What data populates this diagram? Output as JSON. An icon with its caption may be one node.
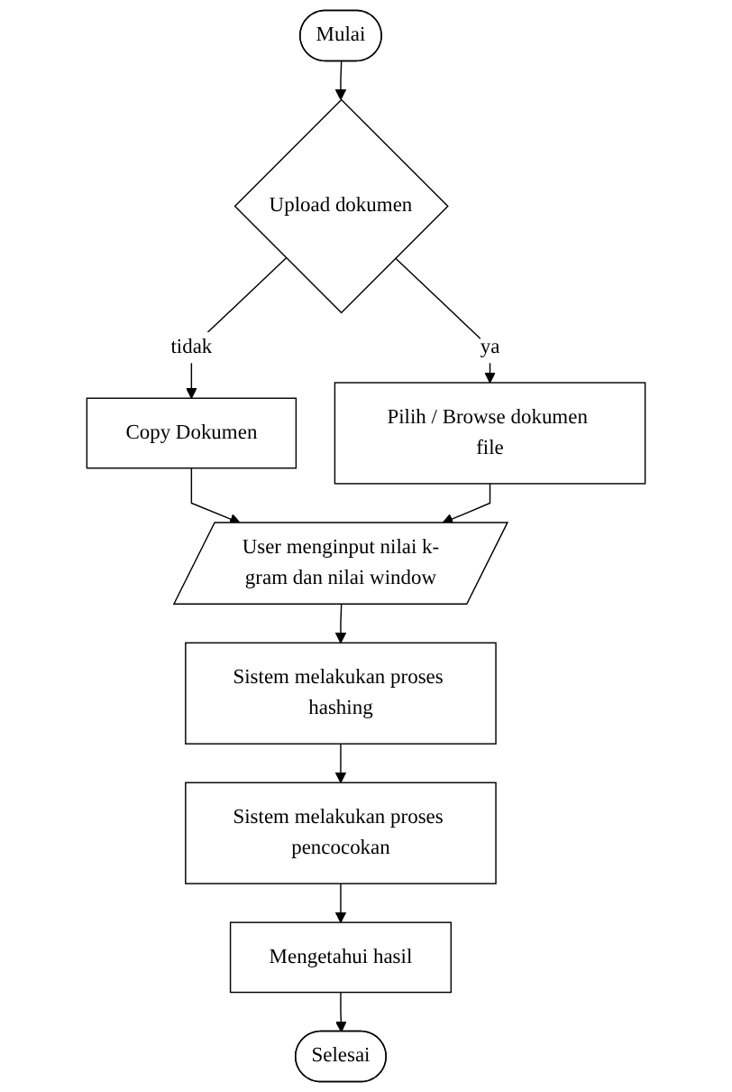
{
  "diagram": {
    "nodes": [
      {
        "text": [
          "Mulai"
        ]
      },
      {
        "text": [
          "Upload dokumen"
        ]
      },
      {
        "text": [
          "Pilih / Browse dokumen file"
        ]
      },
      {
        "text": [
          "Copy Dokumen"
        ]
      },
      {
        "text": [
          "User menginput nilai k-gram dan nilai window"
        ]
      },
      {
        "text": [
          "Sistem melakukan proses hashing"
        ]
      },
      {
        "text": [
          "Sistem melakukan proses pencocokan"
        ]
      },
      {
        "text": [
          "Mengetahui hasil"
        ]
      },
      {
        "text": [
          "Selesai"
        ]
      }
    ],
    "edges": [
      {
        "from": 0,
        "to": 1,
        "arrow": "to"
      },
      {
        "from": 1,
        "to": 2,
        "arrow": "to",
        "label": "ya"
      },
      {
        "from": 1,
        "to": 3,
        "arrow": "to",
        "label": "tidak"
      },
      {
        "from": 3,
        "to": 4,
        "arrow": "to"
      },
      {
        "from": 2,
        "to": 4,
        "arrow": "to"
      },
      {
        "from": 4,
        "to": 5,
        "arrow": "to"
      },
      {
        "from": 5,
        "to": 6,
        "arrow": "to"
      },
      {
        "from": 6,
        "to": 7,
        "arrow": "to"
      },
      {
        "from": 7,
        "to": 8,
        "arrow": "to"
      }
    ]
  }
}
